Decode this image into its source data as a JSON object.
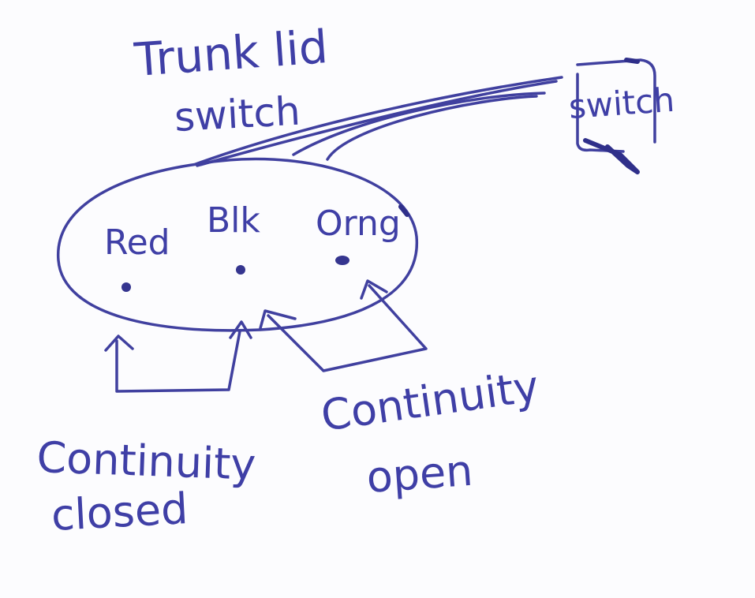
{
  "ink_color": "#3f3fa6",
  "paper_color": "#fcfcfe",
  "labels": {
    "title_line1": "Trunk lid",
    "title_line2": "switch",
    "switch_box": "switch",
    "pin_red": "Red",
    "pin_blk": "Blk",
    "pin_orng": "Orng",
    "closed_line1": "Continuity",
    "closed_line2": "closed",
    "open_line1": "Continuity",
    "open_line2": "open"
  }
}
